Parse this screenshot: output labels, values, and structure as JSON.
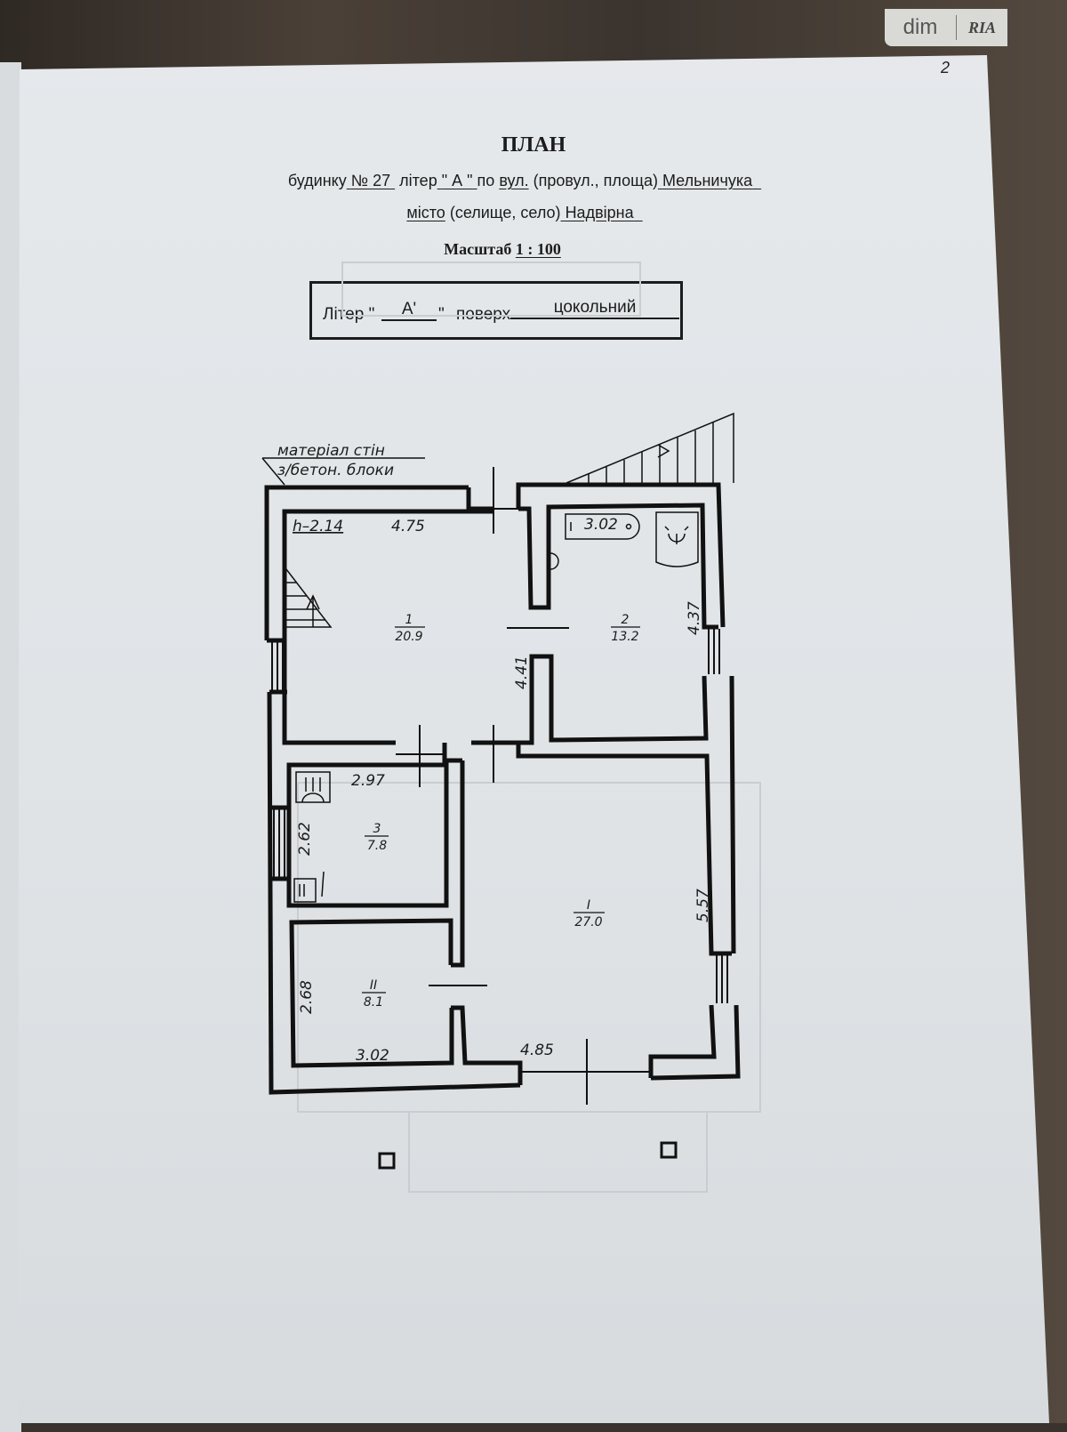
{
  "watermark": {
    "left": "dim",
    "right": "RIA"
  },
  "page_number": "2",
  "header": {
    "title": "ПЛАН",
    "line1": {
      "house_label": "будинку",
      "house_no": "№ 27",
      "letter_label": "літер",
      "letter": "\" А \"",
      "by": "по",
      "street_type": "вул.",
      "street_alt": "(провул., площа)",
      "street": "Мельничука"
    },
    "line2": {
      "city_type": "місто",
      "city_alt": "(селище, село)",
      "city": "Надвірна"
    },
    "scale": {
      "label": "Масштаб",
      "value": "1 : 100"
    }
  },
  "floor_box": {
    "letter_label": "Літер \"",
    "letter": "А'",
    "quote_close": "\"",
    "floor_label": "поверх",
    "floor": "цокольний"
  },
  "plan": {
    "wall_material_label": "матеріал стін",
    "wall_material": "з/бетон. блоки",
    "height": "h–2.14",
    "dimensions": {
      "room1_width": "4.75",
      "room1_length": "4.41",
      "bath_width": "3.02",
      "room2_length": "4.37",
      "room3_width": "2.97",
      "room3_length": "2.62",
      "roomI_length": "5.57",
      "roomII_length": "2.68",
      "roomII_width": "3.02",
      "roomI_width": "4.85"
    },
    "rooms": [
      {
        "number": "1",
        "area": "20.9"
      },
      {
        "number": "2",
        "area": "13.2"
      },
      {
        "number": "3",
        "area": "7.8"
      },
      {
        "number": "I",
        "area": "27.0"
      },
      {
        "number": "II",
        "area": "8.1"
      }
    ]
  }
}
